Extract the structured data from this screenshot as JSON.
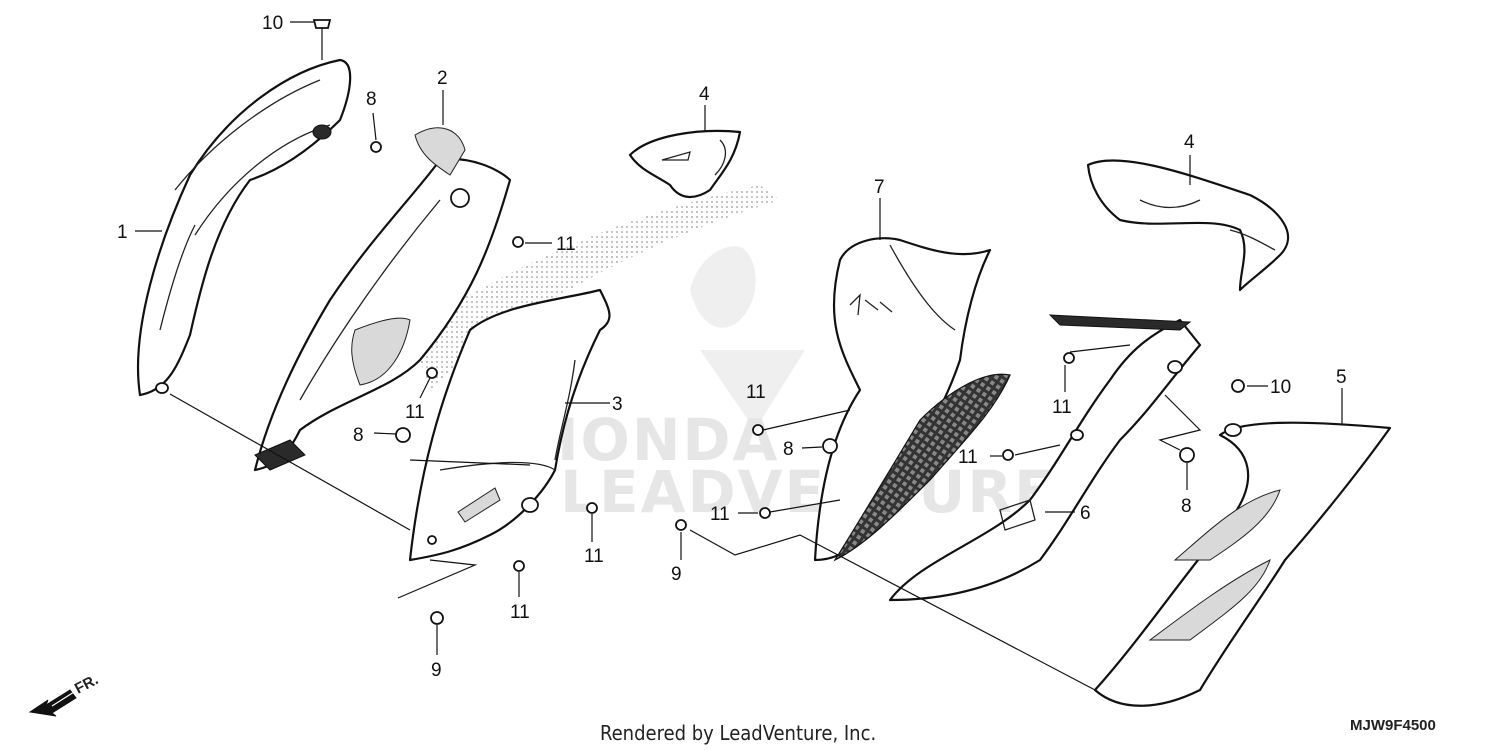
{
  "diagram": {
    "callouts": [
      {
        "id": "c-10a",
        "label": "10"
      },
      {
        "id": "c-1",
        "label": "1"
      },
      {
        "id": "c-8a",
        "label": "8"
      },
      {
        "id": "c-2",
        "label": "2"
      },
      {
        "id": "c-11a",
        "label": "11"
      },
      {
        "id": "c-11b",
        "label": "11"
      },
      {
        "id": "c-8b",
        "label": "8"
      },
      {
        "id": "c-3",
        "label": "3"
      },
      {
        "id": "c-11c",
        "label": "11"
      },
      {
        "id": "c-11d",
        "label": "11"
      },
      {
        "id": "c-9a",
        "label": "9"
      },
      {
        "id": "c-4a",
        "label": "4"
      },
      {
        "id": "c-7",
        "label": "7"
      },
      {
        "id": "c-11e",
        "label": "11"
      },
      {
        "id": "c-8c",
        "label": "8"
      },
      {
        "id": "c-11f",
        "label": "11"
      },
      {
        "id": "c-11g",
        "label": "11"
      },
      {
        "id": "c-9b",
        "label": "9"
      },
      {
        "id": "c-4b",
        "label": "4"
      },
      {
        "id": "c-11h",
        "label": "11"
      },
      {
        "id": "c-11i",
        "label": "11"
      },
      {
        "id": "c-6",
        "label": "6"
      },
      {
        "id": "c-10b",
        "label": "10"
      },
      {
        "id": "c-5",
        "label": "5"
      },
      {
        "id": "c-8d",
        "label": "8"
      }
    ],
    "front_indicator": "FR.",
    "footer_credit": "Rendered by LeadVenture, Inc.",
    "diagram_code": "MJW9F4500",
    "watermark_line1": "HONDA",
    "watermark_line2": "LEADVENTURE"
  }
}
